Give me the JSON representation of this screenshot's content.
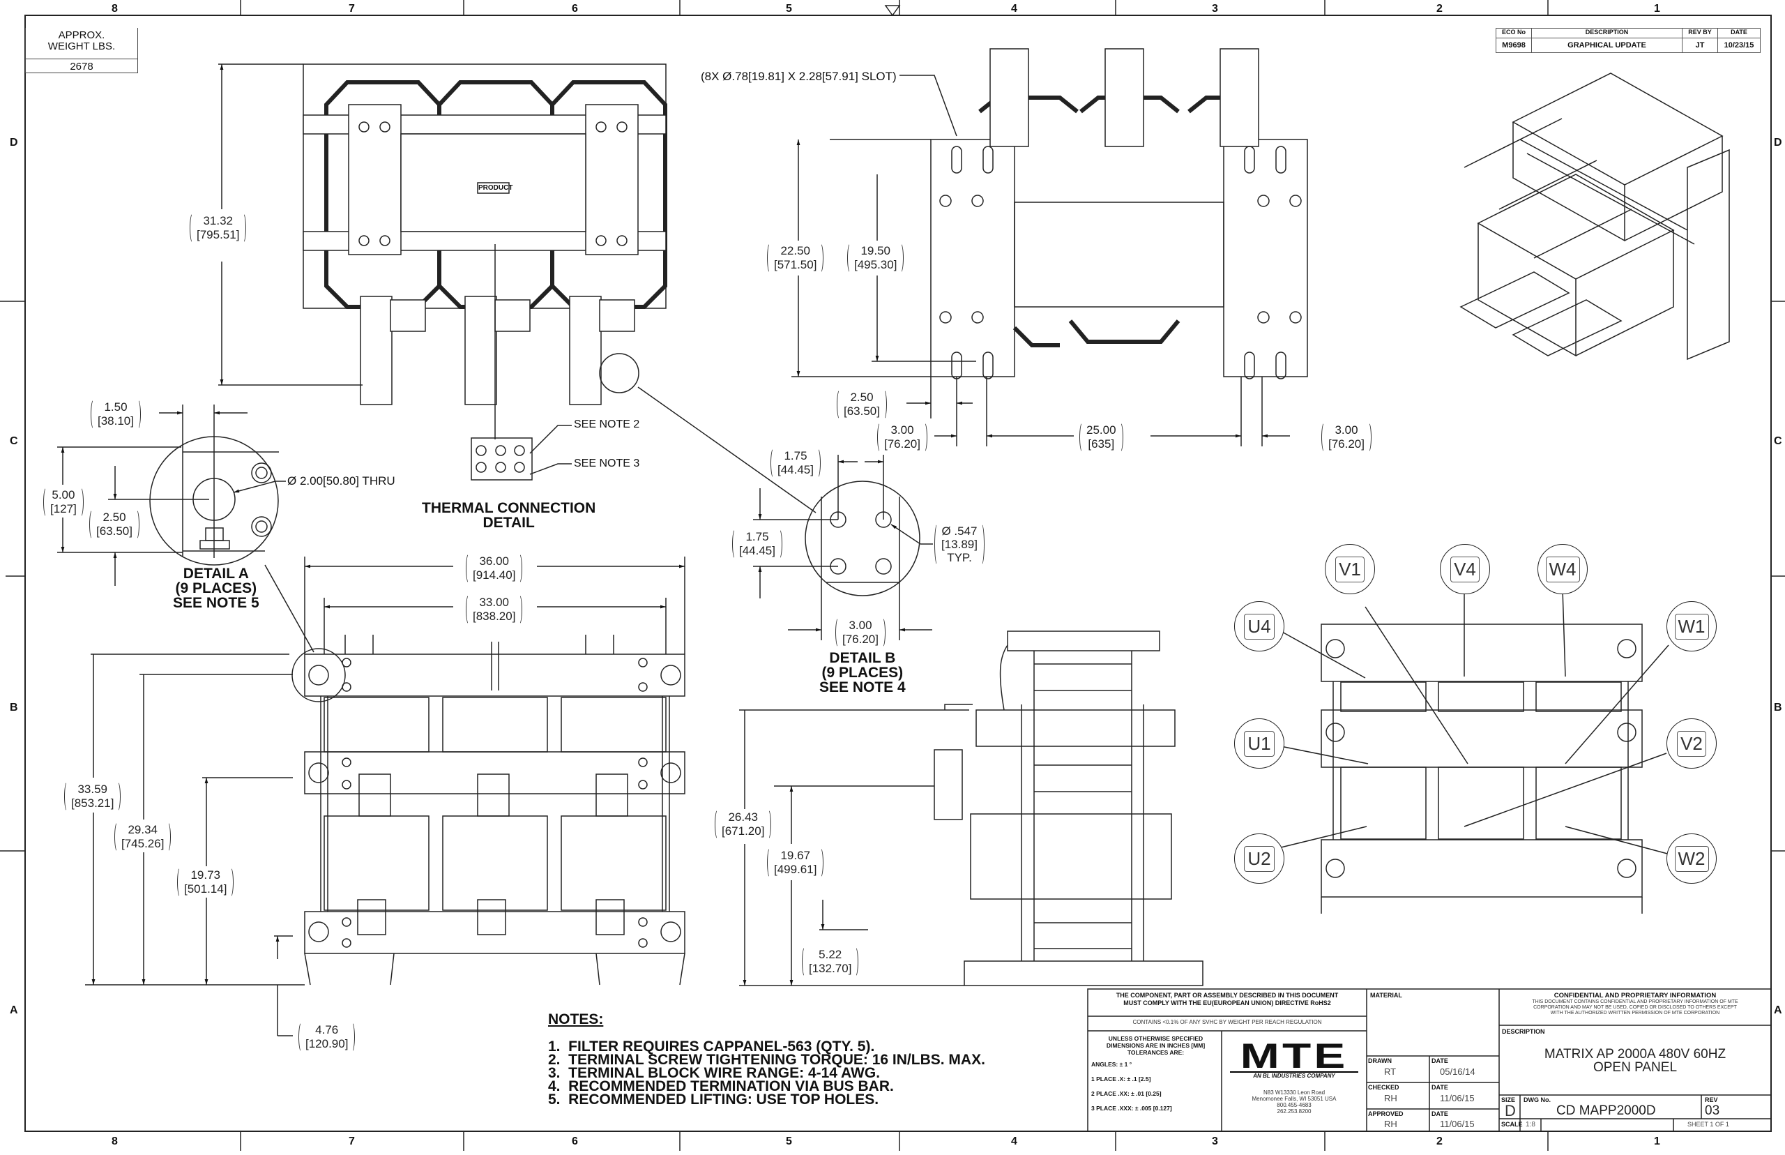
{
  "zones": {
    "columns": [
      "8",
      "7",
      "6",
      "5",
      "4",
      "3",
      "2",
      "1"
    ],
    "rows": [
      "D",
      "C",
      "B",
      "A"
    ]
  },
  "weight_box": {
    "label": "APPROX. WEIGHT LBS.",
    "value": "2678"
  },
  "revision_block": {
    "headers": [
      "ECO No",
      "DESCRIPTION",
      "REV BY",
      "DATE"
    ],
    "row": [
      "M9698",
      "GRAPHICAL UPDATE",
      "JT",
      "10/23/15"
    ]
  },
  "dimensions": {
    "top_height": {
      "in": "31.32",
      "mm": "[795.51]"
    },
    "slot_note": "(8X Ø.78[19.81] X 2.28[57.91] SLOT)",
    "side_22_50": {
      "in": "22.50",
      "mm": "[571.50]"
    },
    "side_19_50": {
      "in": "19.50",
      "mm": "[495.30]"
    },
    "side_2_50": {
      "in": "2.50",
      "mm": "[63.50]"
    },
    "side_3_00_a": {
      "in": "3.00",
      "mm": "[76.20]"
    },
    "side_25_00": {
      "in": "25.00",
      "mm": "[635]"
    },
    "side_3_00_b": {
      "in": "3.00",
      "mm": "[76.20]"
    },
    "detA_1_50": {
      "in": "1.50",
      "mm": "[38.10]"
    },
    "detA_5_00": {
      "in": "5.00",
      "mm": "[127]"
    },
    "detA_2_50": {
      "in": "2.50",
      "mm": "[63.50]"
    },
    "detA_hole": "Ø 2.00[50.80] THRU",
    "detB_1_75_h": {
      "in": "1.75",
      "mm": "[44.45]"
    },
    "detB_1_75_v": {
      "in": "1.75",
      "mm": "[44.45]"
    },
    "detB_hole": {
      "in": "Ø .547",
      "mm": "[13.89]",
      "typ": "TYP."
    },
    "detB_3_00": {
      "in": "3.00",
      "mm": "[76.20]"
    },
    "front_36_00": {
      "in": "36.00",
      "mm": "[914.40]"
    },
    "front_33_00": {
      "in": "33.00",
      "mm": "[838.20]"
    },
    "front_33_59": {
      "in": "33.59",
      "mm": "[853.21]"
    },
    "front_29_34": {
      "in": "29.34",
      "mm": "[745.26]"
    },
    "front_19_73": {
      "in": "19.73",
      "mm": "[501.14]"
    },
    "front_4_76": {
      "in": "4.76",
      "mm": "[120.90]"
    },
    "sv_26_43": {
      "in": "26.43",
      "mm": "[671.20]"
    },
    "sv_19_67": {
      "in": "19.67",
      "mm": "[499.61]"
    },
    "sv_5_22": {
      "in": "5.22",
      "mm": "[132.70]"
    }
  },
  "details": {
    "detail_a": [
      "DETAIL A",
      "(9 PLACES)",
      "SEE NOTE 5"
    ],
    "detail_b": [
      "DETAIL B",
      "(9 PLACES)",
      "SEE NOTE 4"
    ],
    "thermal": [
      "THERMAL CONNECTION",
      "DETAIL"
    ],
    "see_note_2": "SEE NOTE 2",
    "see_note_3": "SEE NOTE 3",
    "product_label": "PRODUCT"
  },
  "terminals": [
    "V1",
    "V4",
    "W4",
    "U4",
    "W1",
    "U1",
    "V2",
    "U2",
    "W2"
  ],
  "notes": {
    "title": "NOTES:",
    "items": [
      "1.  FILTER REQUIRES CAPPANEL-563 (QTY. 5).",
      "2.  TERMINAL SCREW TIGHTENING TORQUE: 16 IN/LBS. MAX.",
      "3.  TERMINAL BLOCK WIRE RANGE: 4-14 AWG.",
      "4.  RECOMMENDED TERMINATION VIA BUS BAR.",
      "5.  RECOMMENDED LIFTING: USE TOP HOLES."
    ]
  },
  "title_block": {
    "rohs": [
      "THE COMPONENT, PART OR ASSEMBLY DESCRIBED IN THIS DOCUMENT",
      "MUST COMPLY WITH THE EU(EUROPEAN UNION) DIRECTIVE RoHS2"
    ],
    "reach": "CONTAINS <0.1% OF ANY SVHC BY WEIGHT PER REACH REGULATION",
    "tolerance_head": [
      "UNLESS OTHERWISE SPECIFIED",
      "DIMENSIONS ARE IN INCHES [MM]",
      "TOLERANCES ARE:"
    ],
    "tolerances": [
      "ANGLES: ± 1 °",
      "1 PLACE .X: ± .1 [2.5]",
      "2 PLACE .XX: ± .01 [0.25]",
      "3 PLACE .XXX: ± .005 [0.127]"
    ],
    "logo": "MTE",
    "logo_sub": "AN BL INDUSTRIES COMPANY",
    "address": [
      "N83 W13330 Leon Road",
      "Menomonee Falls, WI 53051 USA",
      "800.455-4683",
      "262.253.8200"
    ],
    "material_label": "MATERIAL",
    "drawn_label": "DRAWN",
    "drawn_by": "RT",
    "drawn_date_label": "DATE",
    "drawn_date": "05/16/14",
    "checked_label": "CHECKED",
    "checked_by": "RH",
    "checked_date_label": "DATE",
    "checked_date": "11/06/15",
    "approved_label": "APPROVED",
    "approved_by": "RH",
    "approved_date_label": "DATE",
    "approved_date": "11/06/15",
    "confidential_title": "CONFIDENTIAL AND PROPRIETARY INFORMATION",
    "confidential_text": [
      "THIS DOCUMENT CONTAINS CONFIDENTIAL AND PROPRIETARY INFORMATION OF MTE",
      "CORPORATION AND MAY NOT BE USED, COPIED OR DISCLOSED TO OTHERS EXCEPT",
      "WITH THE AUTHORIZED WRITTEN PERMISSION OF MTE CORPORATION"
    ],
    "description_label": "DESCRIPTION",
    "description": [
      "MATRIX AP 2000A 480V 60HZ",
      "OPEN PANEL"
    ],
    "size_label": "SIZE",
    "size": "D",
    "dwg_label": "DWG No.",
    "dwg_no": "CD MAPP2000D",
    "rev_label": "REV",
    "rev": "03",
    "scale_label": "SCALE",
    "scale": "1:8",
    "sheet": "SHEET 1  OF 1"
  }
}
